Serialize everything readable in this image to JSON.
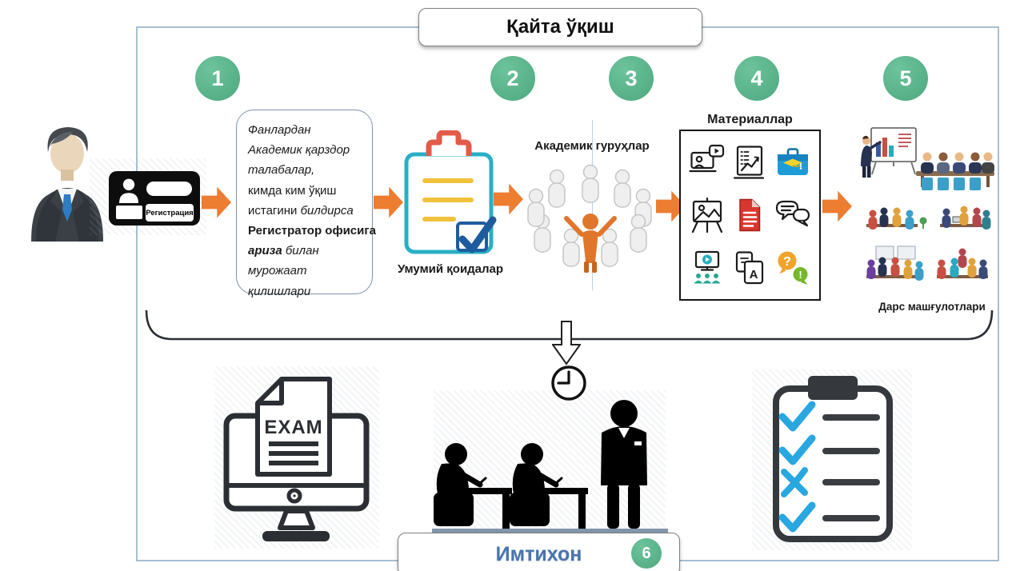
{
  "title": "Қайта ўқиш",
  "step_numbers": [
    "1",
    "2",
    "3",
    "4",
    "5"
  ],
  "registration_card": {
    "label": "Регистрация",
    "icons": [
      "person-silhouette-icon",
      "id-card-icon",
      "businessman-figure"
    ]
  },
  "step1_textbox": {
    "lines": [
      {
        "segs": [
          {
            "t": "Фанлардан"
          }
        ]
      },
      {
        "segs": [
          {
            "t": "Академик қарздор"
          }
        ]
      },
      {
        "segs": [
          {
            "t": "талабалар,"
          }
        ]
      },
      {
        "segs": [
          {
            "t": "кимда ким ўқиш"
          }
        ]
      },
      {
        "segs": [
          {
            "t": "истагини "
          },
          {
            "t": "билдирса"
          }
        ]
      },
      {
        "segs": [
          {
            "t": "Регистратор офисига"
          }
        ]
      },
      {
        "segs": [
          {
            "t": "ариза "
          },
          {
            "t": "билан"
          }
        ]
      },
      {
        "segs": [
          {
            "t": "мурожаат"
          }
        ]
      },
      {
        "segs": [
          {
            "t": "қилишлари"
          }
        ]
      }
    ]
  },
  "step2": {
    "label": "Умумий қоидалар",
    "icon": "clipboard-check-icon"
  },
  "step3": {
    "label": "Академик гуруҳлар",
    "icon": "people-circle-icon"
  },
  "step4": {
    "label": "Материаллар",
    "icons": [
      "video-lesson-icon",
      "report-chart-icon",
      "education-briefcase-icon",
      "presentation-easel-icon",
      "red-document-icon",
      "chat-bubbles-icon",
      "webinar-icon",
      "translation-cards-icon",
      "question-answer-icon"
    ],
    "glyphs": {
      "translate_letter": "A",
      "question": "?",
      "exclaim": "!"
    }
  },
  "step5": {
    "label": "Дарс машғулотлари",
    "icon": "classroom-scenes-illustration"
  },
  "exam_section": {
    "label": "Имтихон",
    "number": "6",
    "exam_screen_text": "EXAM",
    "icons": [
      "exam-computer-icon",
      "clock-icon",
      "exam-students-silhouette",
      "checklist-clipboard-icon",
      "down-arrow-icon",
      "bracket-connector"
    ]
  },
  "colors": {
    "step_circle_green": "#56B289",
    "flow_arrow_orange": "#ED7D31",
    "frame_border": "#A6BFD3",
    "exam_label_blue": "#4A74AD",
    "clipboard_teal": "#29AFC4",
    "clipboard_clip_red": "#E25B49",
    "check_blue": "#29A7E0"
  }
}
